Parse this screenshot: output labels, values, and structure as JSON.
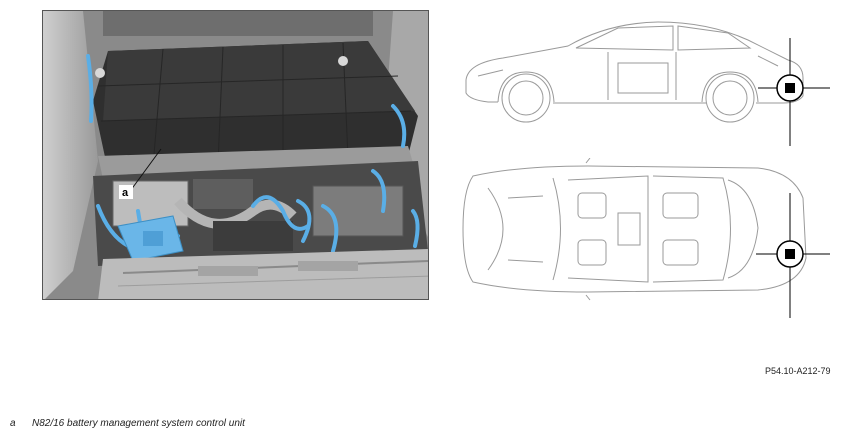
{
  "photo": {
    "callout_letter": "a"
  },
  "figure": {
    "code": "P54.10-A212-79"
  },
  "legend": {
    "items": [
      {
        "key": "a",
        "text": "N82/16 battery management system control unit"
      }
    ]
  },
  "colors": {
    "highlight": "#5aaee6",
    "photo_bg": "#7a7a7a",
    "line_art": "#9a9a9a",
    "locator": "#000000"
  },
  "icons": [
    "locator-marker-icon"
  ]
}
